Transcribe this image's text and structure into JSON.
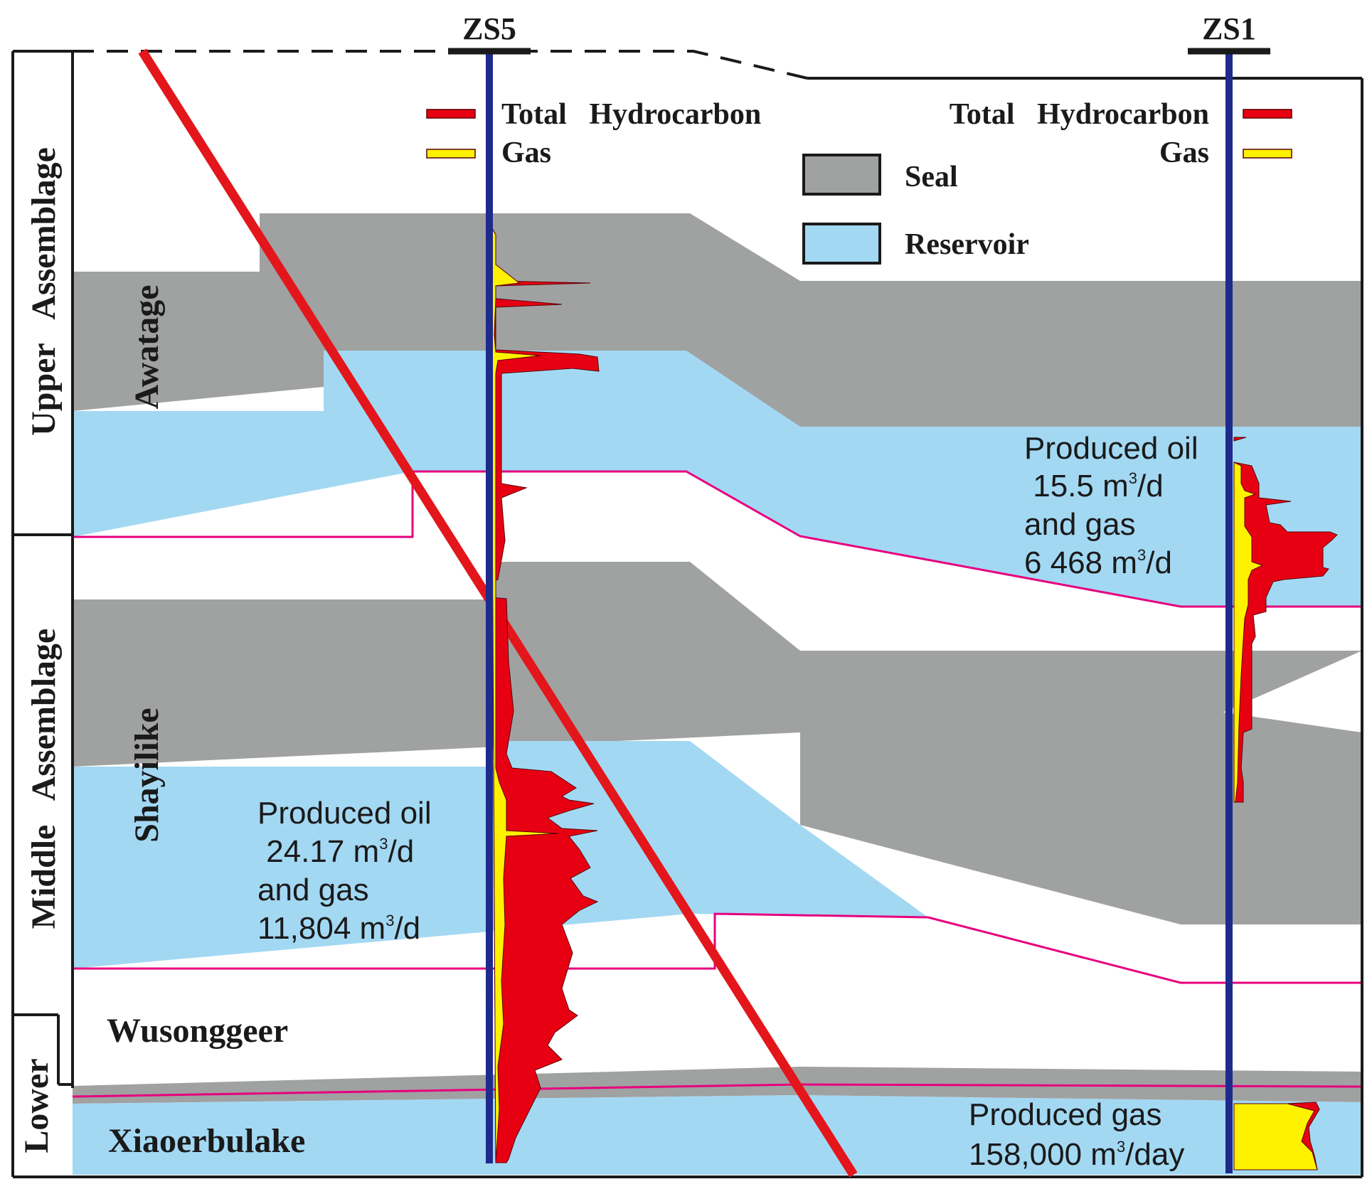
{
  "wells": {
    "zs5": "ZS5",
    "zs1": "ZS1"
  },
  "assemblages": {
    "upper": "Upper   Assemblage",
    "middle": "Middle   Assemblage",
    "lower": "Lower"
  },
  "formations": {
    "awatage": "Awatage",
    "shayilike": "Shayilike",
    "wusonggeer": "Wusonggeer",
    "xiaoerbulake": "Xiaoerbulake"
  },
  "legend": {
    "left_total_hc": "Total   Hydrocarbon",
    "left_gas": "Gas",
    "right_total_hc": "Total   Hydrocarbon",
    "right_gas": "Gas",
    "seal": "Seal",
    "reservoir": "Reservoir"
  },
  "annotations": {
    "zs5_prod": {
      "l1": "Produced oil",
      "l2a": " 24.17 m",
      "l2sup": "3",
      "l2b": "/d",
      "l3": "and gas",
      "l4a": "11,804 m",
      "l4sup": "3",
      "l4b": "/d"
    },
    "zs1_prod": {
      "l1": "Produced oil",
      "l2a": " 15.5 m",
      "l2sup": "3",
      "l2b": "/d",
      "l3": "and gas",
      "l4a": "6 468 m",
      "l4sup": "3",
      "l4b": "/d"
    },
    "zs1_gas": {
      "l1": "Produced gas",
      "l2a": "158,000 m",
      "l2sup": "3",
      "l2b": "/day"
    }
  },
  "colors": {
    "seal": "#a0a1a1",
    "reservoir": "#a3d8f3",
    "well_line": "#1e2a8c",
    "fault": "#e3161c",
    "total_hydrocarbon": "#e60012",
    "gas": "#fff200",
    "boundary": "#e6007e",
    "frame": "#1a1a1a"
  }
}
